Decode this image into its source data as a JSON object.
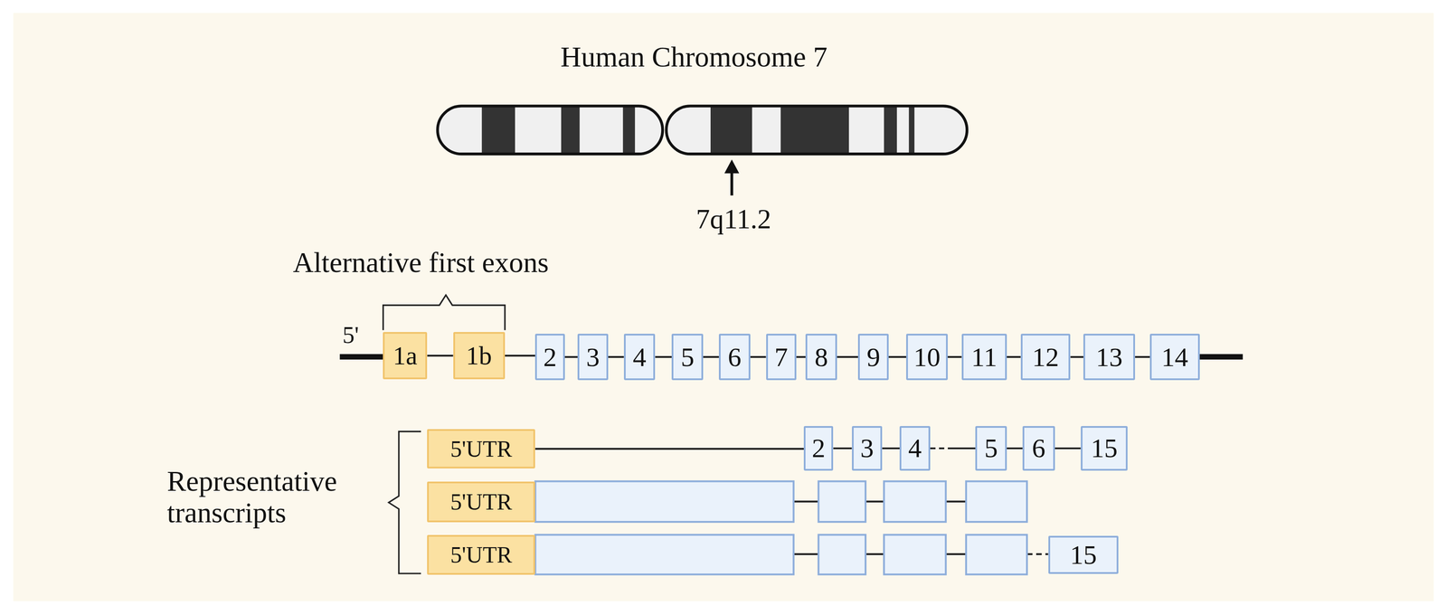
{
  "diagram": {
    "title": "Human Chromosome 7",
    "nodes": [
      {
        "text": [
          "1a"
        ]
      },
      {
        "text": [
          "1b"
        ]
      },
      {
        "text": [
          "2"
        ]
      },
      {
        "text": [
          "3"
        ]
      },
      {
        "text": [
          "4"
        ]
      },
      {
        "text": [
          "5"
        ]
      },
      {
        "text": [
          "6"
        ]
      },
      {
        "text": [
          "7"
        ]
      },
      {
        "text": [
          "8"
        ]
      },
      {
        "text": [
          "9"
        ]
      },
      {
        "text": [
          "10"
        ]
      },
      {
        "text": [
          "11"
        ]
      },
      {
        "text": [
          "12"
        ]
      },
      {
        "text": [
          "13"
        ]
      },
      {
        "text": [
          "14"
        ]
      },
      {
        "text": [
          "5'UTR"
        ]
      },
      {
        "text": [
          "2"
        ]
      },
      {
        "text": [
          "3"
        ]
      },
      {
        "text": [
          "4"
        ]
      },
      {
        "text": [
          "5"
        ]
      },
      {
        "text": [
          "6"
        ]
      },
      {
        "text": [
          "15"
        ]
      },
      {
        "text": [
          "5'UTR"
        ]
      },
      {
        "text": [
          "5'UTR"
        ]
      },
      {
        "text": [
          "15"
        ]
      }
    ],
    "edges": [
      {
        "from": 0,
        "to": 1,
        "arrow": "none"
      },
      {
        "from": 1,
        "to": 2,
        "arrow": "none"
      },
      {
        "from": 2,
        "to": 3,
        "arrow": "none"
      },
      {
        "from": 3,
        "to": 4,
        "arrow": "none"
      },
      {
        "from": 4,
        "to": 5,
        "arrow": "none"
      },
      {
        "from": 5,
        "to": 6,
        "arrow": "none"
      },
      {
        "from": 6,
        "to": 7,
        "arrow": "none"
      },
      {
        "from": 7,
        "to": 8,
        "arrow": "none"
      },
      {
        "from": 8,
        "to": 9,
        "arrow": "none"
      },
      {
        "from": 9,
        "to": 10,
        "arrow": "none"
      },
      {
        "from": 10,
        "to": 11,
        "arrow": "none"
      },
      {
        "from": 11,
        "to": 12,
        "arrow": "none"
      },
      {
        "from": 12,
        "to": 13,
        "arrow": "none"
      },
      {
        "from": 13,
        "to": 14,
        "arrow": "none"
      },
      {
        "from": 15,
        "to": 16,
        "arrow": "none"
      },
      {
        "from": 16,
        "to": 17,
        "arrow": "none"
      },
      {
        "from": 17,
        "to": 18,
        "arrow": "none"
      },
      {
        "from": 18,
        "to": 19,
        "arrow": "none"
      },
      {
        "from": 19,
        "to": 20,
        "arrow": "none"
      },
      {
        "from": 20,
        "to": 21,
        "arrow": "none"
      }
    ],
    "labels": [
      "7q11.2",
      "Alternative first exons",
      "5'",
      "Representative transcripts"
    ]
  }
}
